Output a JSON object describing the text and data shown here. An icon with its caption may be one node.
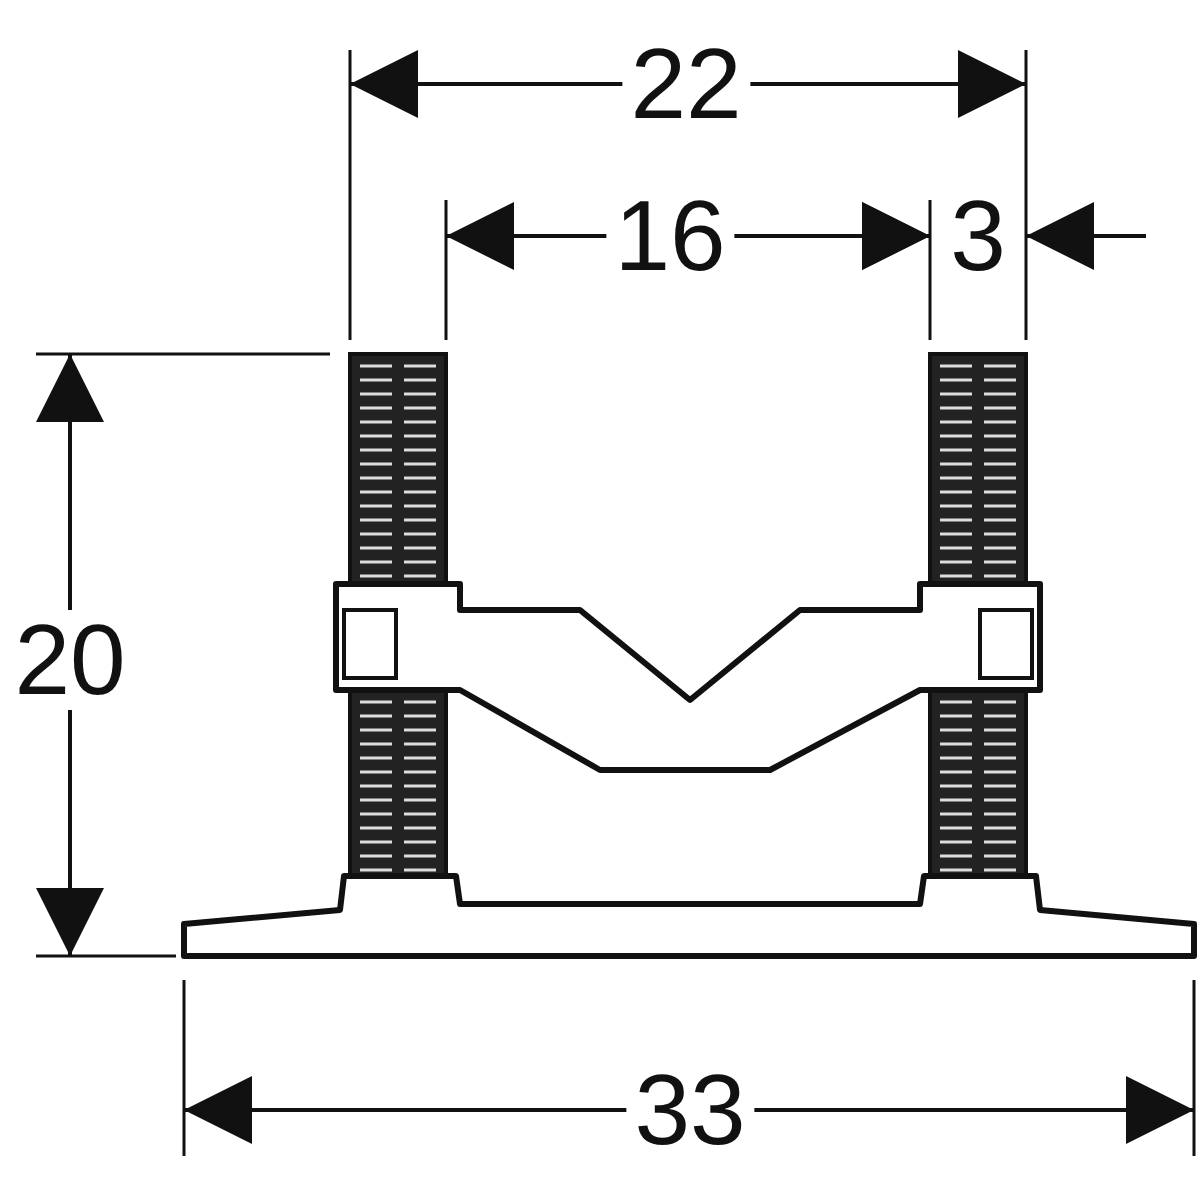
{
  "diagram": {
    "labels": [
      "22",
      "16",
      "3",
      "20",
      "33"
    ]
  }
}
